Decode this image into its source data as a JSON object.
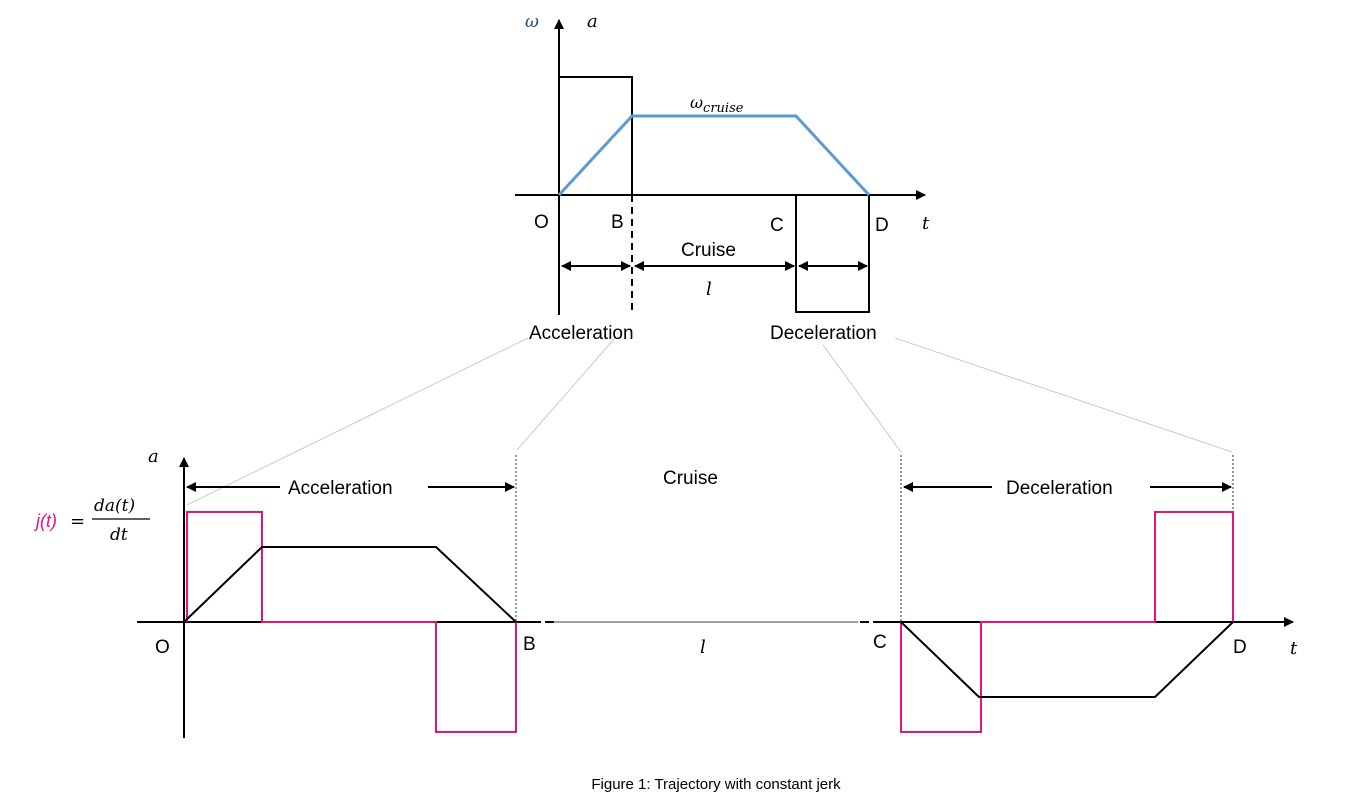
{
  "colors": {
    "omega": "#5B9BD5",
    "omega_label": "#1F4E79",
    "jerk": "#E0157F",
    "axis": "#000000",
    "guide": "#BFBFBF"
  },
  "top": {
    "omega_label": "ω",
    "a_label": "a",
    "t_label": "t",
    "omega_cruise": "ω",
    "omega_cruise_sub": "cruise",
    "O": "O",
    "B": "B",
    "C": "C",
    "D": "D",
    "cruise": "Cruise",
    "l": "l",
    "acceleration": "Acceleration",
    "deceleration": "Deceleration"
  },
  "bottom": {
    "a_label": "a",
    "t_label": "t",
    "jerk_lhs": "j(t)",
    "equals": "=",
    "jerk_num": "da(t)",
    "jerk_den": "dt",
    "acceleration": "Acceleration",
    "deceleration": "Deceleration",
    "cruise": "Cruise",
    "l": "l",
    "O": "O",
    "B": "B",
    "C": "C",
    "D": "D"
  },
  "caption": "Figure 1: Trajectory with constant jerk"
}
